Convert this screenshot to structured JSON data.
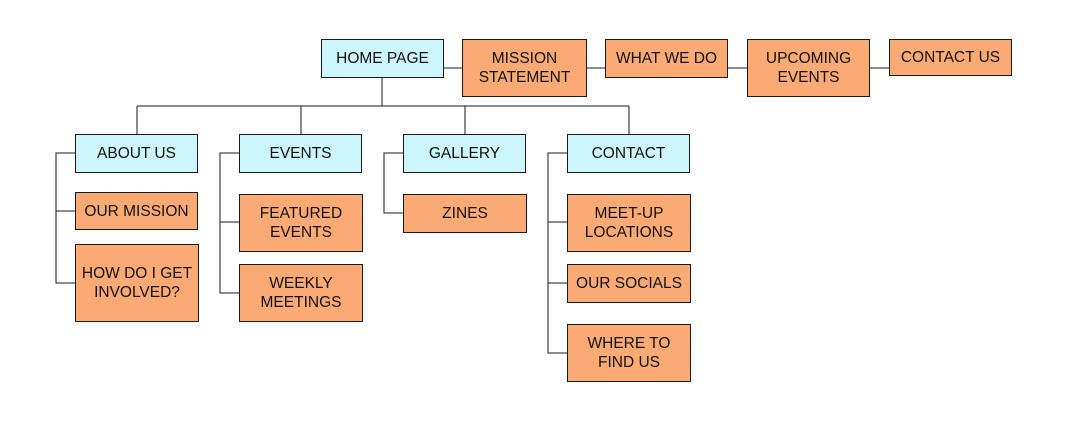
{
  "colors": {
    "page_fill": "#ccf6fb",
    "subpage_fill": "#fcaa74",
    "line": "#1a1a1a"
  },
  "home": {
    "label": "HOME PAGE"
  },
  "home_sections": [
    {
      "label": "MISSION STATEMENT"
    },
    {
      "label": "WHAT WE DO"
    },
    {
      "label": "UPCOMING EVENTS"
    },
    {
      "label": "CONTACT US"
    }
  ],
  "pages": [
    {
      "label": "ABOUT US",
      "children": [
        {
          "label": "OUR MISSION"
        },
        {
          "label": "HOW DO I GET INVOLVED?"
        }
      ]
    },
    {
      "label": "EVENTS",
      "children": [
        {
          "label": "FEATURED EVENTS"
        },
        {
          "label": "WEEKLY MEETINGS"
        }
      ]
    },
    {
      "label": "GALLERY",
      "children": [
        {
          "label": "ZINES"
        }
      ]
    },
    {
      "label": "CONTACT",
      "children": [
        {
          "label": "MEET-UP LOCATIONS"
        },
        {
          "label": "OUR SOCIALS"
        },
        {
          "label": "WHERE TO FIND US"
        }
      ]
    }
  ]
}
